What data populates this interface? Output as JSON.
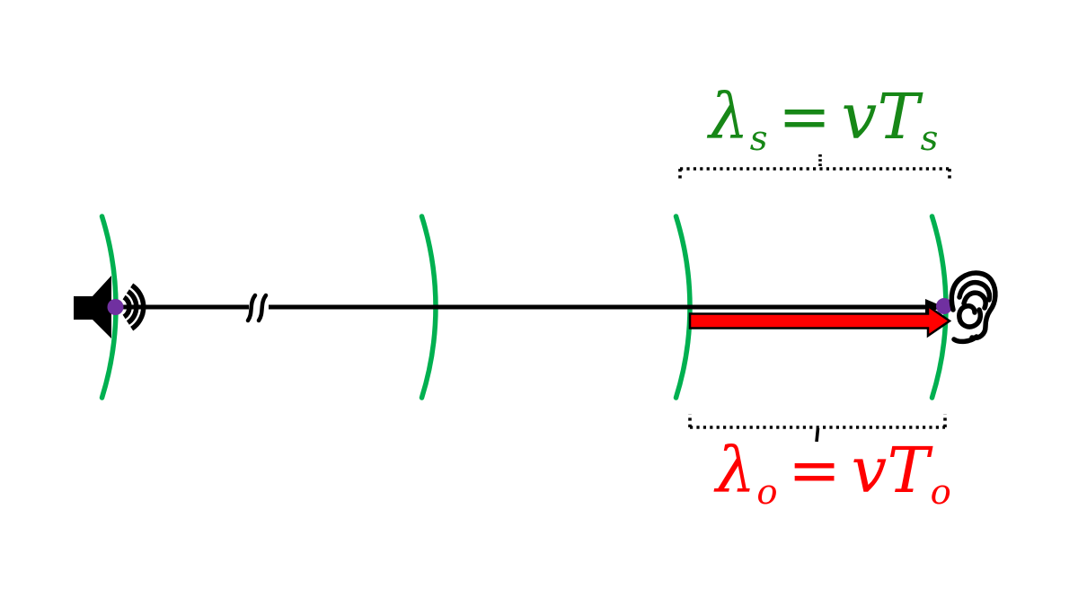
{
  "figure": {
    "background": "#ffffff",
    "kind": "Doppler-effect wavefront diagram: loudspeaker source on left, ear observer on right, green wavefront arcs along a sound propagation line"
  },
  "equations": {
    "source": {
      "lambda": "λ",
      "lambda_sub": "s",
      "equals": "=",
      "vT": "vT",
      "vT_sub": "s",
      "color": "#178717"
    },
    "observer": {
      "lambda": "λ",
      "lambda_sub": "o",
      "equals": "=",
      "vT": "vT",
      "vT_sub": "o",
      "color": "#ff0000"
    }
  },
  "colors": {
    "wavefront_green": "#00b050",
    "marker_purple": "#7030a0",
    "arrow_red": "#ff0000",
    "ink_black": "#000000",
    "background_white": "#ffffff"
  },
  "icons": {
    "speaker": "speaker-icon (sound source loudspeaker emitting sound waves)",
    "ear": "ear-icon (observer ear)",
    "line_break": "line-break-marker (double slash showing truncated distance)"
  }
}
